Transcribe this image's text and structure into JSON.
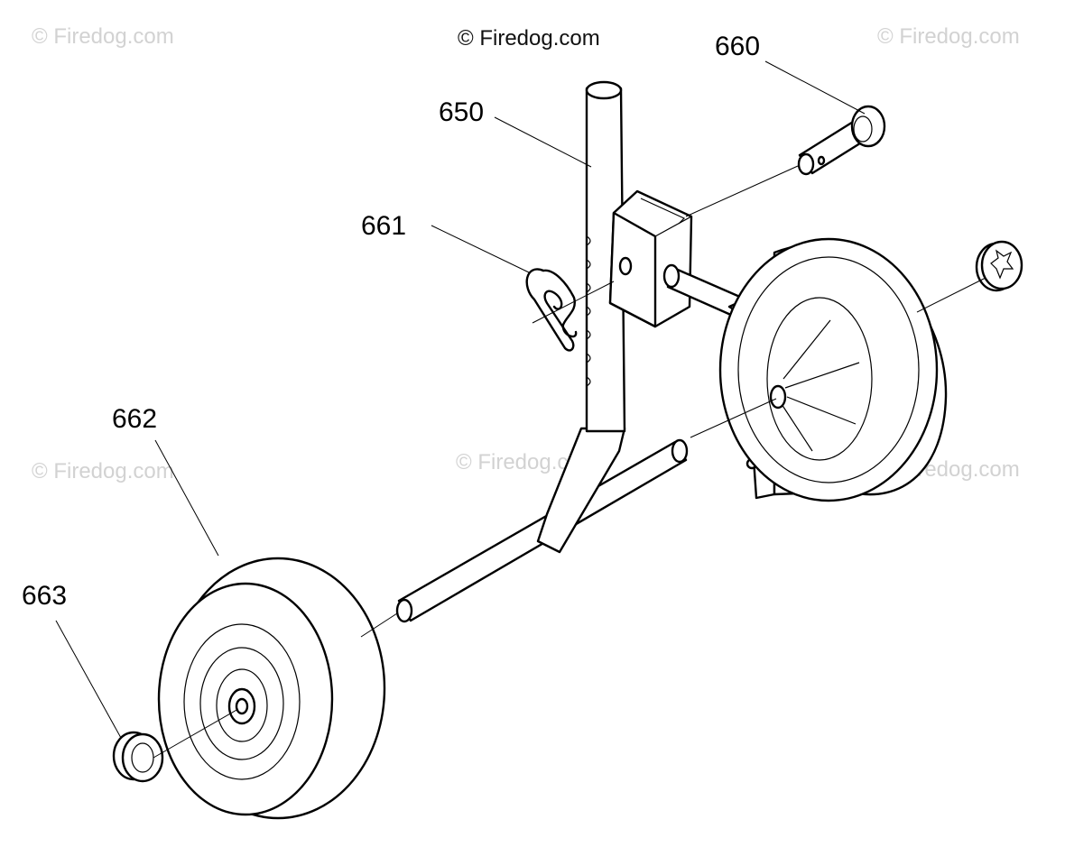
{
  "watermarks": {
    "top_center": "© Firedog.com",
    "faded": "© Firedog.com"
  },
  "callouts": {
    "p650": "650",
    "p660": "660",
    "p661": "661",
    "p662": "662",
    "p663": "663"
  }
}
